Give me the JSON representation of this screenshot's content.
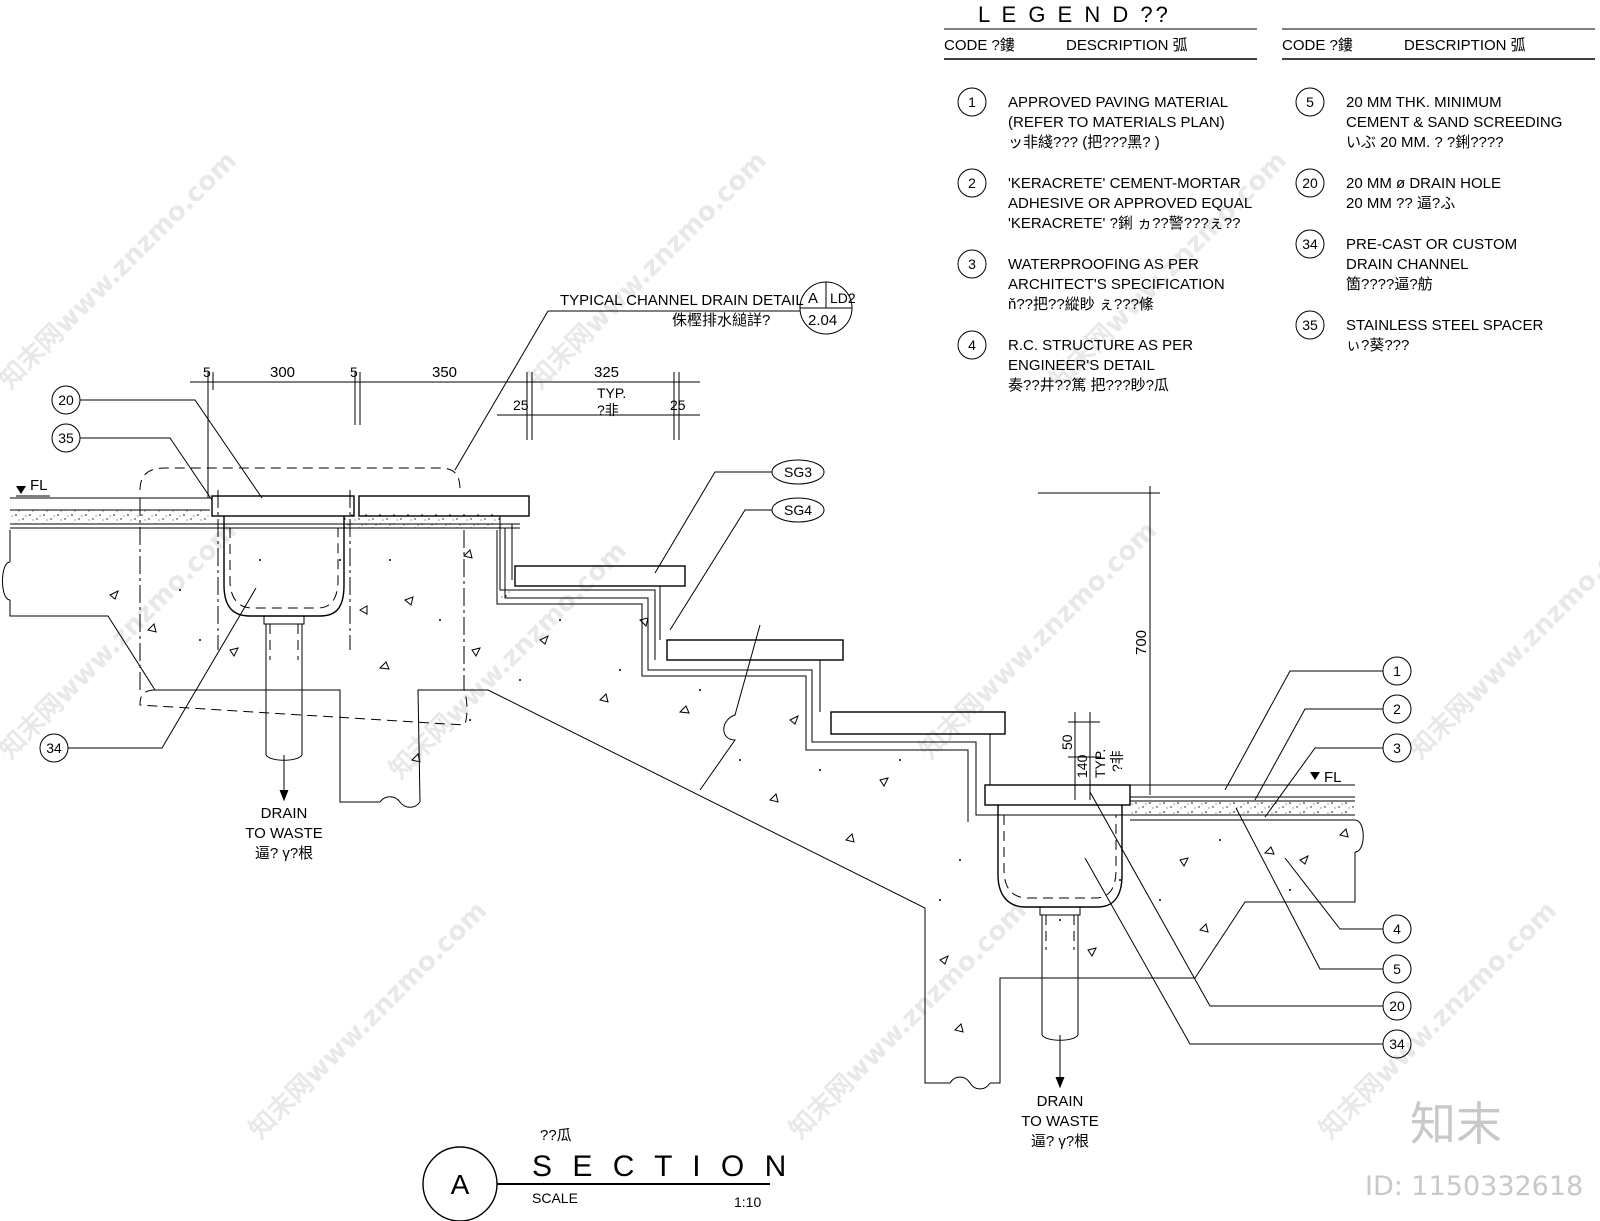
{
  "legend": {
    "title": "L E G E N D ??",
    "header_code": "CODE ?鏤",
    "header_desc": "DESCRIPTION 弧",
    "items": [
      {
        "code": "1",
        "lines": [
          "APPROVED PAVING MATERIAL",
          "(REFER TO MATERIALS PLAN)",
          "ッ非綫???     (把???黑?   )"
        ]
      },
      {
        "code": "2",
        "lines": [
          "'KERACRETE' CEMENT-MORTAR",
          "ADHESIVE OR APPROVED EQUAL",
          "'KERACRETE' ?鋓 ヵ??警???ぇ??"
        ]
      },
      {
        "code": "3",
        "lines": [
          "WATERPROOFING AS PER",
          "ARCHITECT'S SPECIFICATION",
          "ň??把??縱眇       ぇ???絛"
        ]
      },
      {
        "code": "4",
        "lines": [
          "R.C. STRUCTURE AS PER",
          "ENGINEER'S DETAIL",
          "奏??井??篤      把???眇?瓜"
        ]
      },
      {
        "code": "5",
        "lines": [
          "20 MM THK. MINIMUM",
          "CEMENT & SAND SCREEDING",
          "いぶ     20 MM. ?  ?鋓????"
        ]
      },
      {
        "code": "20",
        "lines": [
          "20 MM ø DRAIN HOLE",
          "20 MM ?? 逼?ふ"
        ]
      },
      {
        "code": "34",
        "lines": [
          "PRE-CAST OR CUSTOM",
          "DRAIN CHANNEL",
          "箇????逼?舫"
        ]
      },
      {
        "code": "35",
        "lines": [
          "STAINLESS STEEL SPACER",
          "ぃ?葵???"
        ]
      }
    ]
  },
  "detail_ref": {
    "title": "TYPICAL CHANNEL DRAIN DETAIL",
    "subtitle": "侏樫排水縋詳?",
    "ref_letter": "A",
    "sheet": "LD2",
    "number": "2.04"
  },
  "dims": {
    "d5a": "5",
    "d300": "300",
    "d5b": "5",
    "d350": "350",
    "d325": "325",
    "typ": "TYP.",
    "typ_cn": "?非",
    "d25a": "25",
    "d25b": "25",
    "d700": "700",
    "d50": "50",
    "d140": "140"
  },
  "tags": {
    "fl": "FL",
    "sg3": "SG3",
    "sg4": "SG4",
    "c1": "1",
    "c2": "2",
    "c3": "3",
    "c4": "4",
    "c5": "5",
    "c20_left": "20",
    "c35_left": "35",
    "c34_left": "34",
    "c20_right": "20",
    "c34_right": "34"
  },
  "drain_left": {
    "line1": "DRAIN",
    "line2": "TO WASTE",
    "line3": "逼? γ?根"
  },
  "drain_right": {
    "line1": "DRAIN",
    "line2": "TO WASTE",
    "line3": "逼? γ?根"
  },
  "section_title": {
    "letter": "A",
    "cn": "??瓜",
    "title": "S E C T I O N",
    "scale_label": "SCALE",
    "scale": "1:10"
  },
  "brand": {
    "logo": "知末",
    "id": "ID: 1150332618"
  },
  "watermark": "知末网www.znzmo.com"
}
